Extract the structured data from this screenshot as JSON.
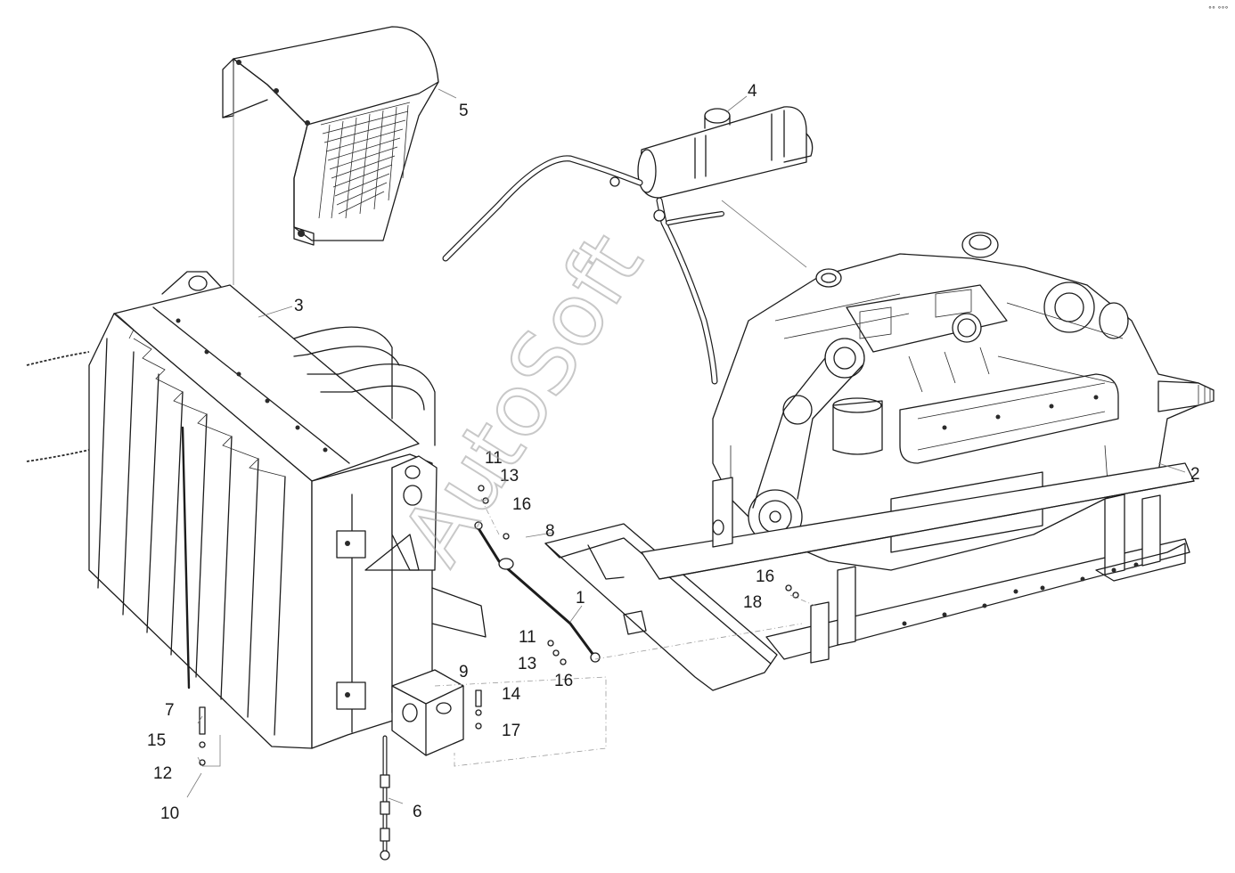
{
  "watermark": "AutoSoft",
  "corner_mark": "°° °°°",
  "callouts": {
    "c1": "1",
    "c2": "2",
    "c3": "3",
    "c4": "4",
    "c5": "5",
    "c6": "6",
    "c7": "7",
    "c8": "8",
    "c9": "9",
    "c10": "10",
    "c11a": "11",
    "c11b": "11",
    "c12": "12",
    "c13a": "13",
    "c13b": "13",
    "c14": "14",
    "c15": "15",
    "c16a": "16",
    "c16b": "16",
    "c16c": "16",
    "c17": "17",
    "c18": "18"
  },
  "colors": {
    "line": "#1c1c1c",
    "leader": "#7a7a7a",
    "watermark": "#9c9c9c"
  }
}
